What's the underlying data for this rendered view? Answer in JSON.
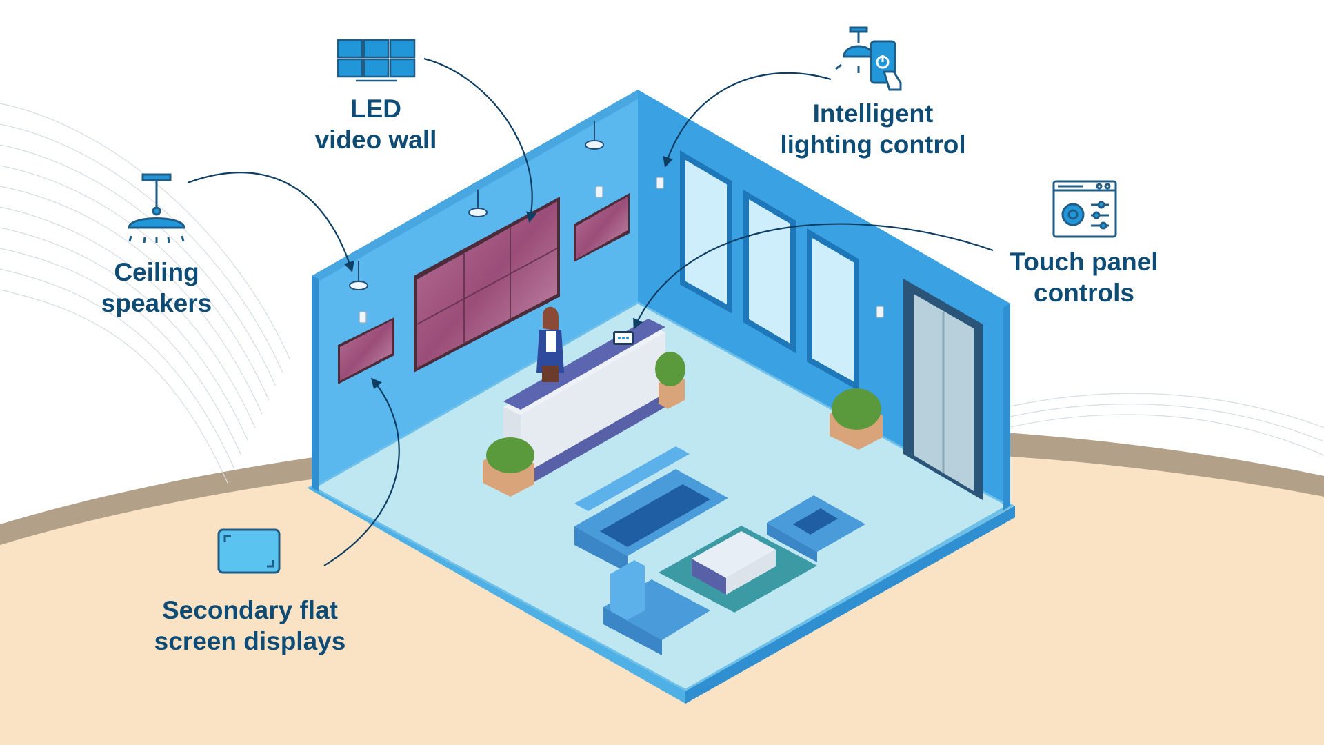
{
  "labels": {
    "ceiling_speakers": {
      "line1": "Ceiling",
      "line2": "speakers",
      "icon": "ceiling-speaker-icon"
    },
    "led_video_wall": {
      "line1": "LED",
      "line2": "video wall",
      "icon": "video-wall-icon"
    },
    "intelligent_lighting": {
      "line1": "Intelligent",
      "line2": "lighting control",
      "icon": "lighting-control-icon"
    },
    "touch_panel": {
      "line1": "Touch panel",
      "line2": "controls",
      "icon": "touch-panel-icon"
    },
    "secondary_displays": {
      "line1": "Secondary flat",
      "line2": "screen displays",
      "icon": "flat-screen-icon"
    }
  },
  "colors": {
    "label_text": "#0f4c75",
    "icon_blue": "#2196d9",
    "room_wall": "#5bb8ef",
    "floor": "#bfe7f2",
    "ground": "#fae3c4",
    "ground_edge": "#b2a089",
    "screen": "#a4587f",
    "arrow": "#0e3e63"
  }
}
